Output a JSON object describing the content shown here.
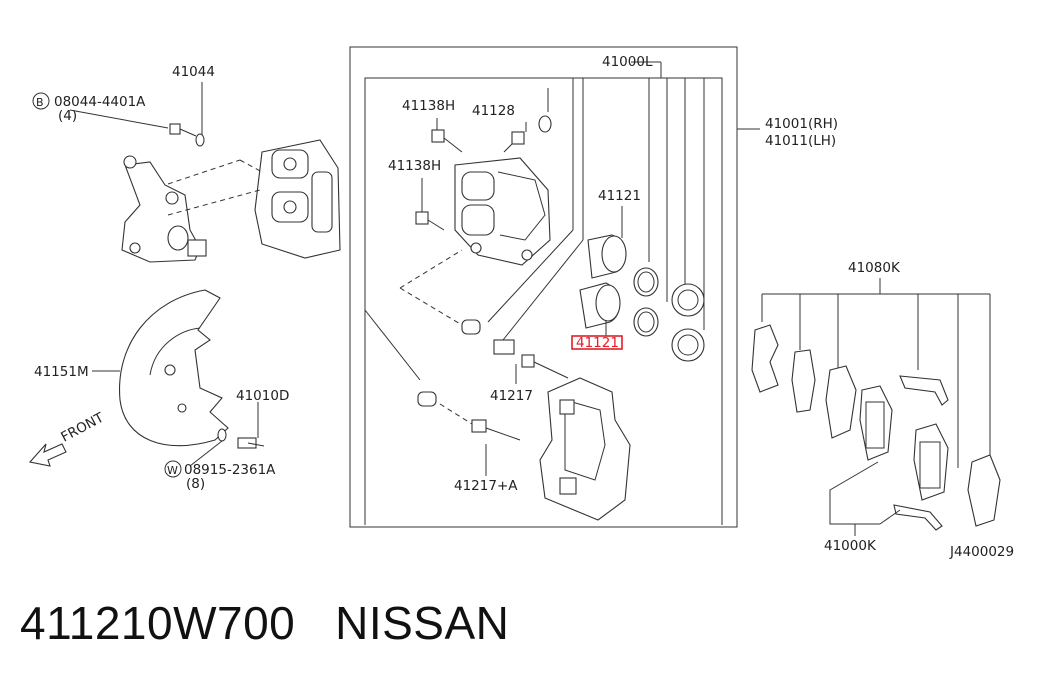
{
  "labels": {
    "l41044": "41044",
    "l08044": "08044-4401A",
    "l08044q": "(4)",
    "l41151m": "41151M",
    "l41010d": "41010D",
    "l08915": "08915-2361A",
    "l08915q": "(8)",
    "front": "FRONT",
    "l41000l": "41000L",
    "l41138h_a": "41138H",
    "l41128": "41128",
    "l41138h_b": "41138H",
    "l41121_a": "41121",
    "l41121_b": "41121",
    "l41217": "41217",
    "l41217a": "41217+A",
    "l41001": "41001(RH)",
    "l41011": "41011(LH)",
    "l41080k": "41080K",
    "l41000k": "41000K",
    "diagram_id": "J4400029",
    "circle_b": "B",
    "circle_w": "W"
  },
  "highlight_color": "#e0202a",
  "caption": {
    "part_number": "411210W700",
    "brand": "NISSAN"
  }
}
